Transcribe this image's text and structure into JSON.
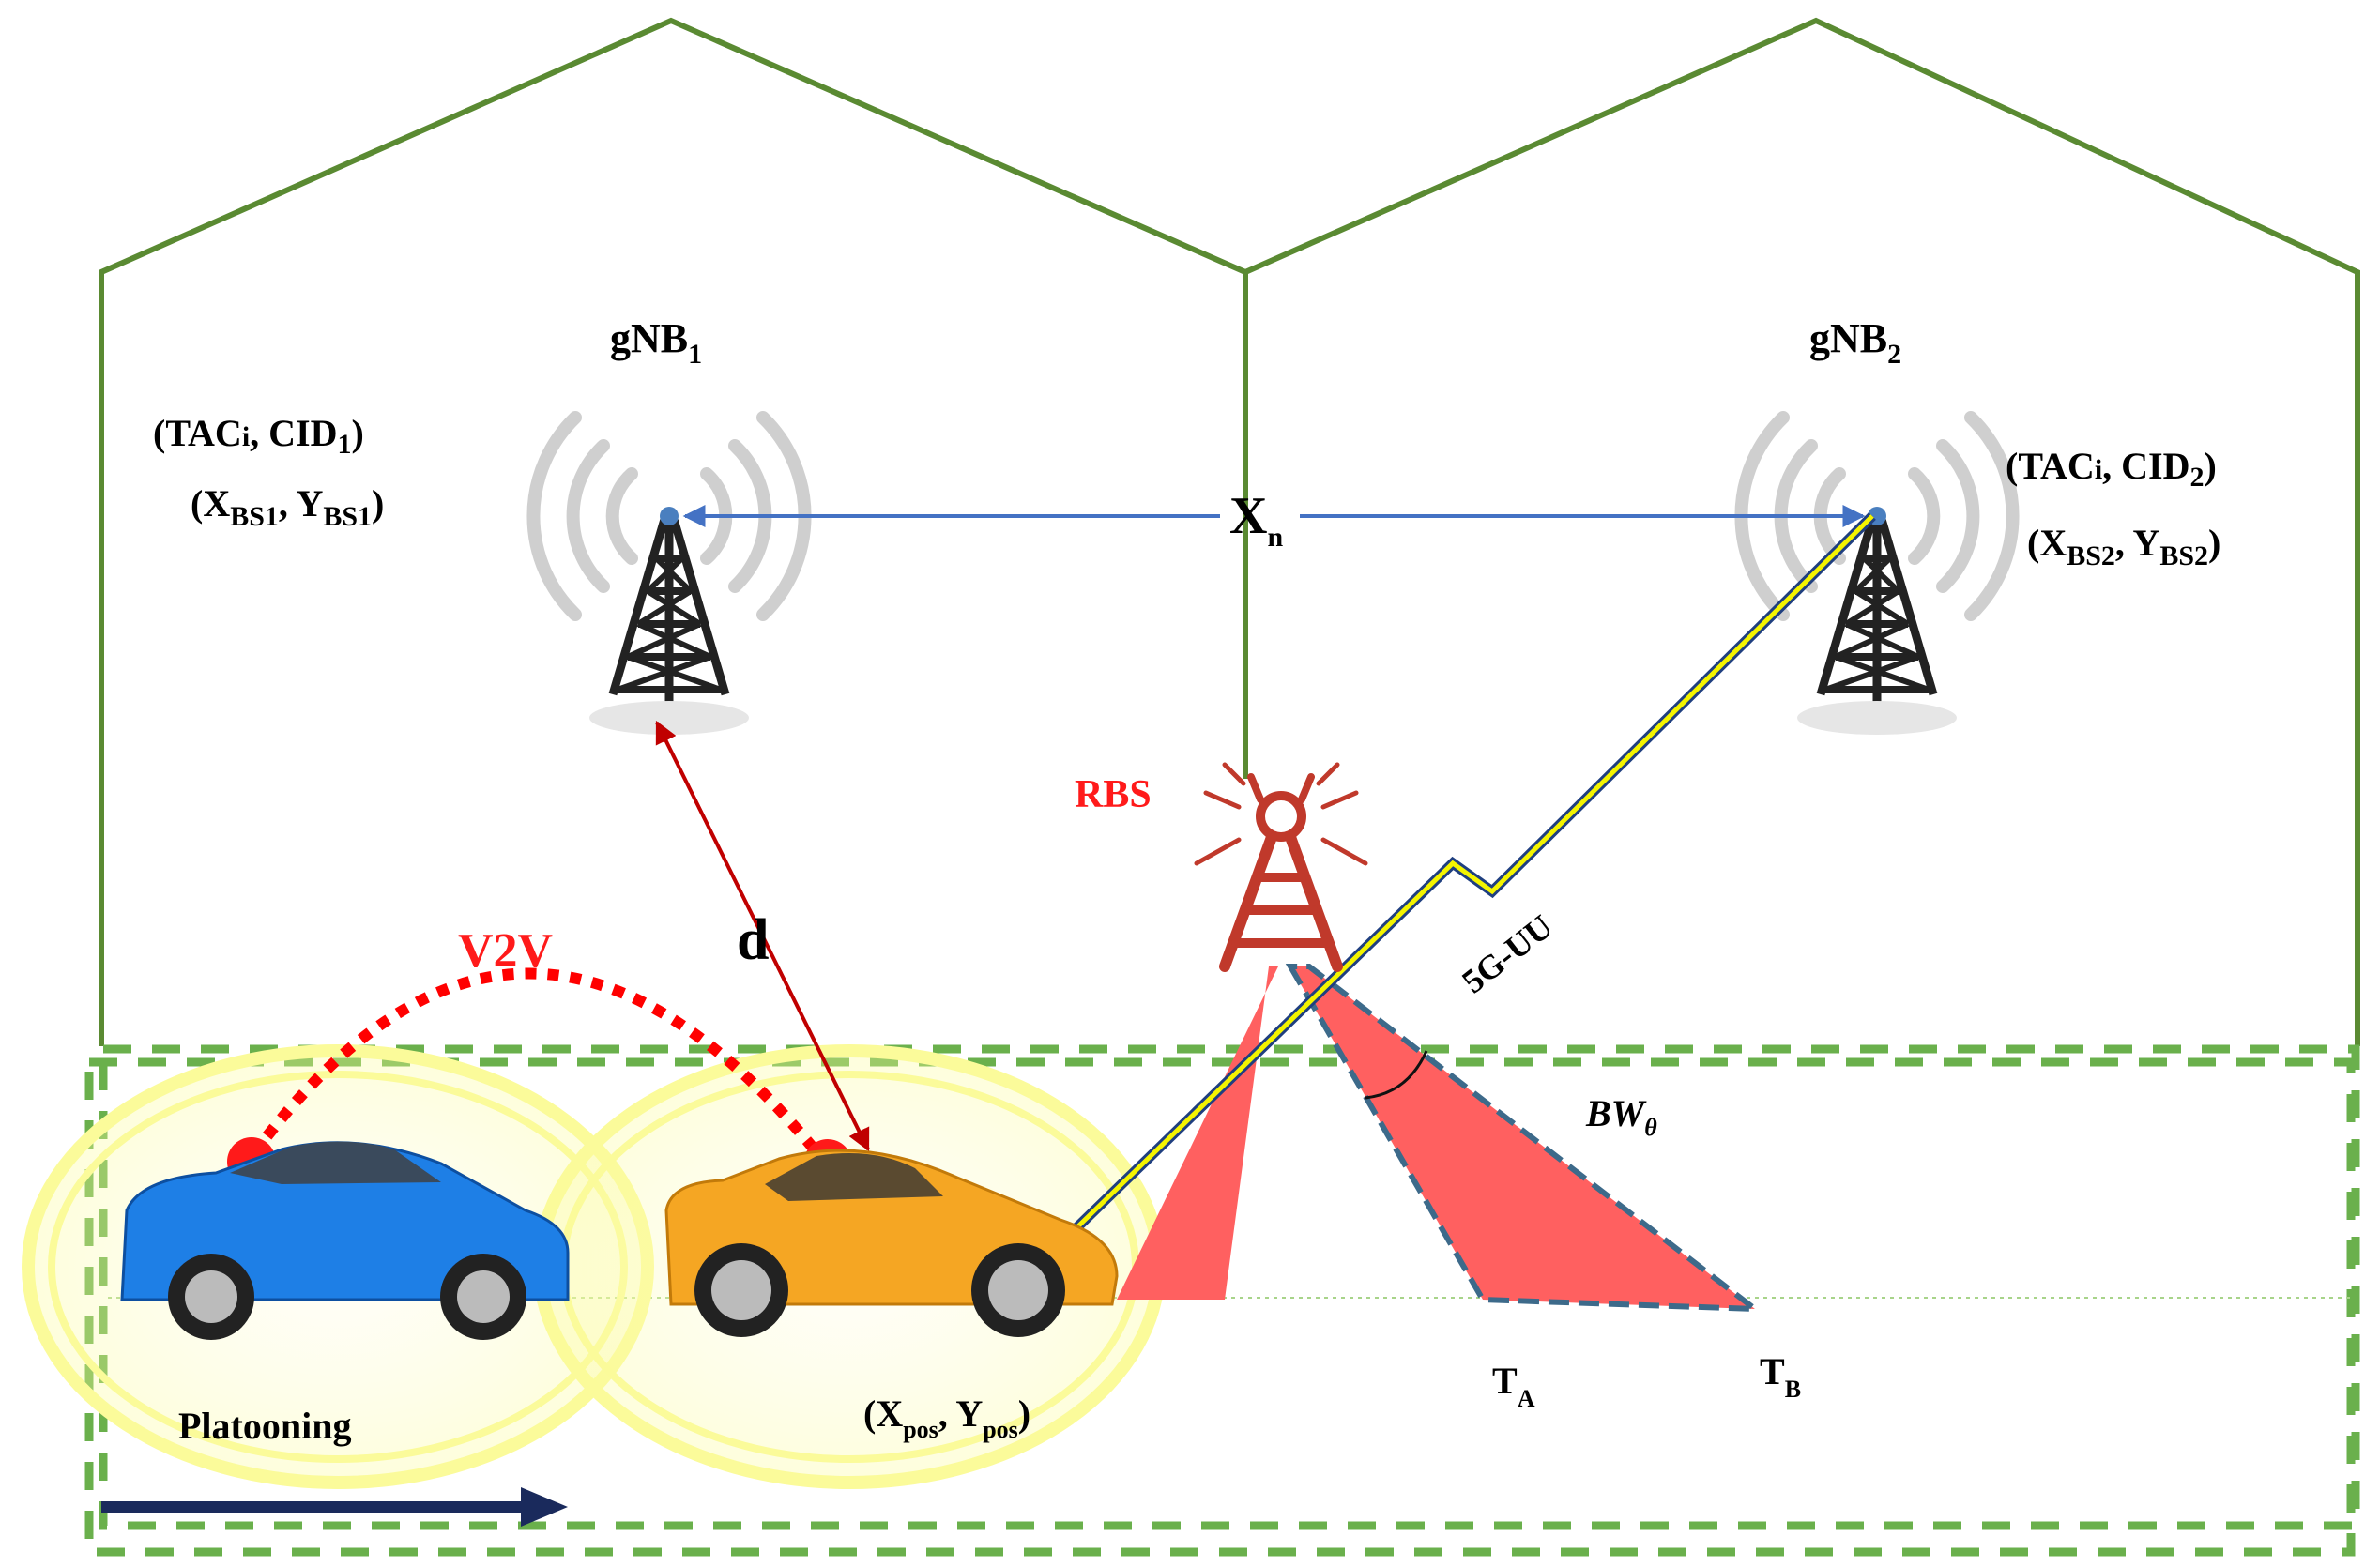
{
  "colors": {
    "cell_border": "#5a8a32",
    "dashed_zone": "#6ab04c",
    "xn_arrow": "#4472c4",
    "d_arrow": "#c00000",
    "v2v_link": "#ff0000",
    "rbs_tower": "#c0392b",
    "beam_fill": "#ff6060",
    "beam_outline": "#3d6a8a",
    "lightning": "#f4f400",
    "platoon_arrow": "#1a2a5c",
    "halo": "#fbfb9a",
    "car_blue": "#1e7fe6",
    "car_orange": "#f5a623"
  },
  "gnb1": {
    "label_main": "gNB",
    "label_sub": "1",
    "ids": {
      "open": "(TAC",
      "s1": "i",
      "mid": ", CID",
      "s2": "1",
      "close": ")"
    },
    "coords": {
      "open": "(X",
      "s1": "BS1",
      "mid": ", Y",
      "s2": "BS1",
      "close": ")"
    }
  },
  "gnb2": {
    "label_main": "gNB",
    "label_sub": "2",
    "ids": {
      "open": "(TAC",
      "s1": "i",
      "mid": ", CID",
      "s2": "2",
      "close": ")"
    },
    "coords": {
      "open": "(X",
      "s1": "BS2",
      "mid": ", Y",
      "s2": "BS2",
      "close": ")"
    }
  },
  "xn": {
    "main": "X",
    "sub": "n"
  },
  "rbs": "RBS",
  "link_5g": "5G-UU",
  "v2v": "V2V",
  "distance": "d",
  "beam": {
    "main": "BW",
    "sub": "θ"
  },
  "ta": {
    "main": "T",
    "sub": "A"
  },
  "tb": {
    "main": "T",
    "sub": "B"
  },
  "vehicle_pos": {
    "open": "(X",
    "s1": "pos",
    "mid": ", Y",
    "s2": "pos",
    "close": ")"
  },
  "platooning": "Platooning"
}
